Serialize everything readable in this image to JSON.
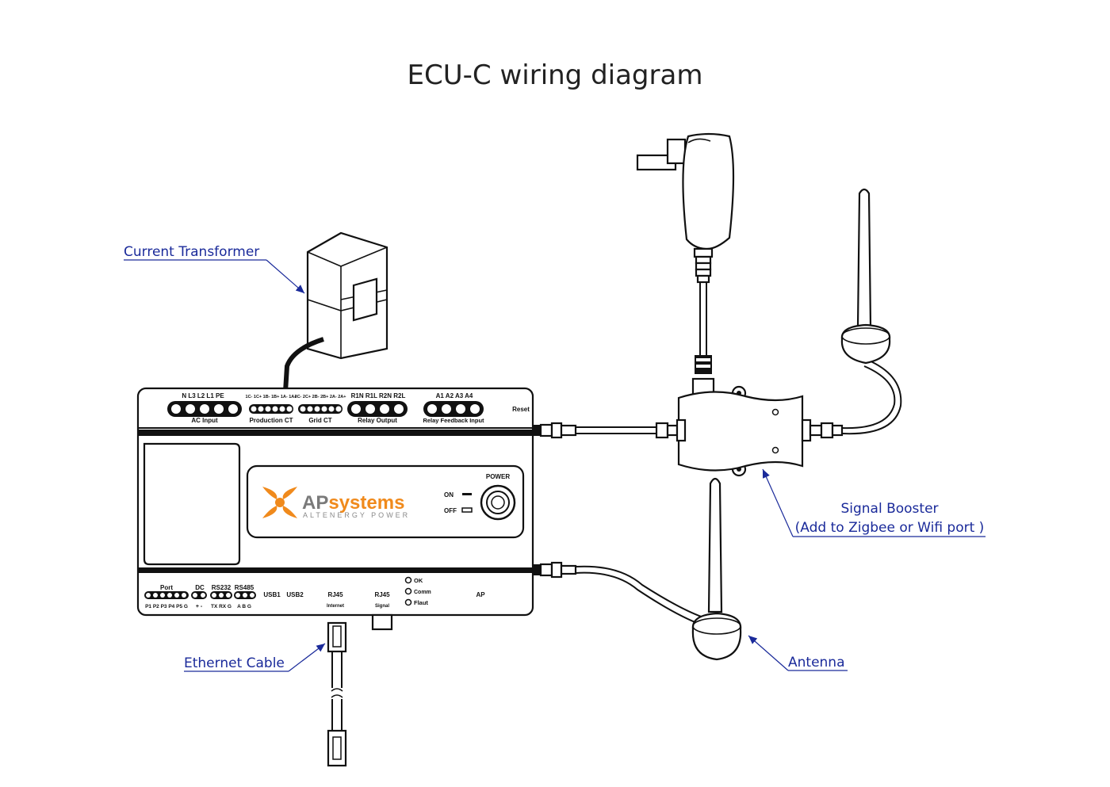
{
  "title": "ECU-C wiring diagram",
  "callouts": {
    "current_transformer": "Current Transformer",
    "signal_booster_line1": "Signal Booster",
    "signal_booster_line2": "(Add to Zigbee or Wifi port )",
    "ethernet_cable": "Ethernet Cable",
    "antenna": "Antenna"
  },
  "device": {
    "brand_ap": "AP",
    "brand_systems": "systems",
    "brand_sub": "ALTENERGY POWER",
    "power_label": "POWER",
    "on_label": "ON",
    "off_label": "OFF",
    "reset_label": "Reset",
    "top_terminals": {
      "ac_input_pins": "N   L3   L2   L1   PE",
      "ac_input_label": "AC Input",
      "production_ct_pins": "1C- 1C+ 1B- 1B+ 1A- 1A+",
      "production_ct_label": "Production CT",
      "grid_ct_pins": "2C- 2C+ 2B- 2B+ 2A- 2A+",
      "grid_ct_label": "Grid  CT",
      "relay_output_pins": "R1N  R1L  R2N  R2L",
      "relay_output_label": "Relay Output",
      "relay_feedback_pins": "A1   A2   A3   A4",
      "relay_feedback_label": "Relay Feedback Input"
    },
    "bottom_ports": {
      "port_label": "Port",
      "port_pins": "P1 P2 P3 P4 P5 G",
      "dc_label": "DC",
      "dc_pins": "+  -",
      "rs232_label": "RS232",
      "rs232_pins": "TX RX G",
      "rs485_label": "RS485",
      "rs485_pins": "A  B  G",
      "usb1": "USB1",
      "usb2": "USB2",
      "rj45_internet": "RJ45",
      "rj45_internet_sub": "Internet",
      "rj45_signal": "RJ45",
      "rj45_signal_sub": "Signal",
      "led_ok": "OK",
      "led_comm": "Comm",
      "led_fault": "Flaut",
      "ap_label": "AP"
    }
  },
  "colors": {
    "callout_text": "#1a2a9a",
    "brand_orange": "#f08a1c",
    "brand_gray": "#7a7a7a",
    "line": "#111111"
  }
}
